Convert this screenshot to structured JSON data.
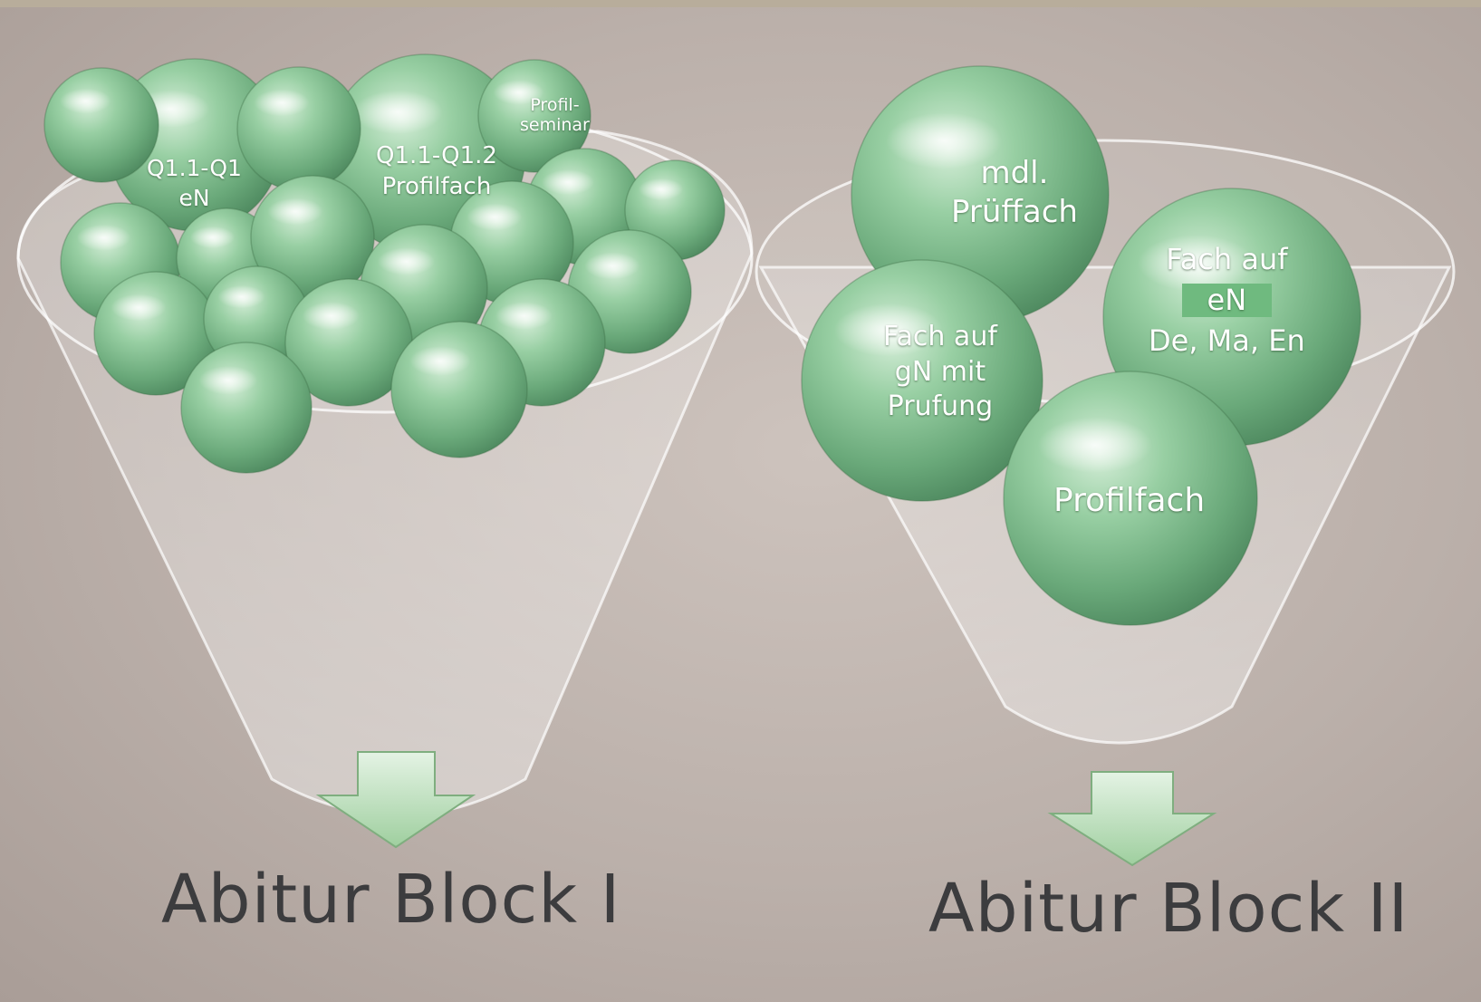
{
  "colors": {
    "ball": "#7ab98a",
    "background": "#bdb2ac",
    "title": "#3c3c3e",
    "en_highlight": "#6fba7f"
  },
  "funnel_left": {
    "labels": {
      "q1_en_line1": "Q1.1-Q1",
      "q1_en_line2": "eN",
      "q1_profil_line1": "Q1.1-Q1.2",
      "q1_profil_line2": "Profilfach",
      "profilseminar_line1": "Profil-",
      "profilseminar_line2": "seminar"
    },
    "title": "Abitur Block I"
  },
  "funnel_right": {
    "labels": {
      "muendlich_line1": "mdl.",
      "muendlich_line2": "Prüffach",
      "fach_en_line1": "Fach auf",
      "fach_en_line2": "eN",
      "fach_en_line3": "De, Ma, En",
      "fach_gn_line1": "Fach auf",
      "fach_gn_line2": "gN mit",
      "fach_gn_line3": "Prufung",
      "profilfach": "Profilfach"
    },
    "title": "Abitur Block II"
  }
}
